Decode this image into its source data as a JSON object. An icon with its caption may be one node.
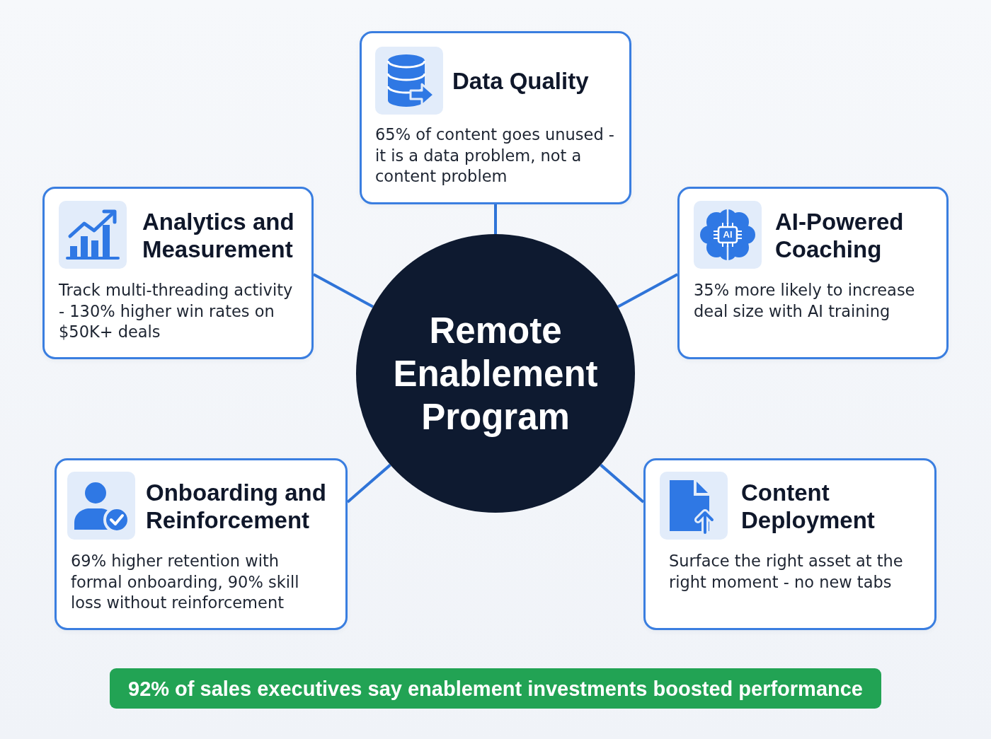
{
  "diagram": {
    "nodes": [
      {
        "text": [
          "Data Quality",
          "65% of content goes unused - it is a data problem, not a content problem"
        ]
      },
      {
        "text": [
          "Analytics and Measurement",
          "Track multi-threading activity - 130% higher win rates on $50K+ deals"
        ]
      },
      {
        "text": [
          "AI-Powered Coaching",
          "35% more likely to increase deal size with AI training"
        ]
      },
      {
        "text": [
          "Remote Enablement Program"
        ]
      },
      {
        "text": [
          "Onboarding and Reinforcement",
          "69% higher retention with formal onboarding, 90% skill loss without reinforcement"
        ]
      },
      {
        "text": [
          "Content Deployment",
          "Surface the right asset at the right moment - no new tabs"
        ]
      },
      {
        "text": [
          "92% of sales executives say enablement investments boosted performance"
        ]
      }
    ],
    "edges": [
      {
        "from": 3,
        "to": 0,
        "arrow": "none"
      },
      {
        "from": 3,
        "to": 1,
        "arrow": "none"
      },
      {
        "from": 3,
        "to": 2,
        "arrow": "none"
      },
      {
        "from": 3,
        "to": 4,
        "arrow": "none"
      },
      {
        "from": 3,
        "to": 5,
        "arrow": "none"
      }
    ],
    "labels": [
      "AI"
    ]
  }
}
